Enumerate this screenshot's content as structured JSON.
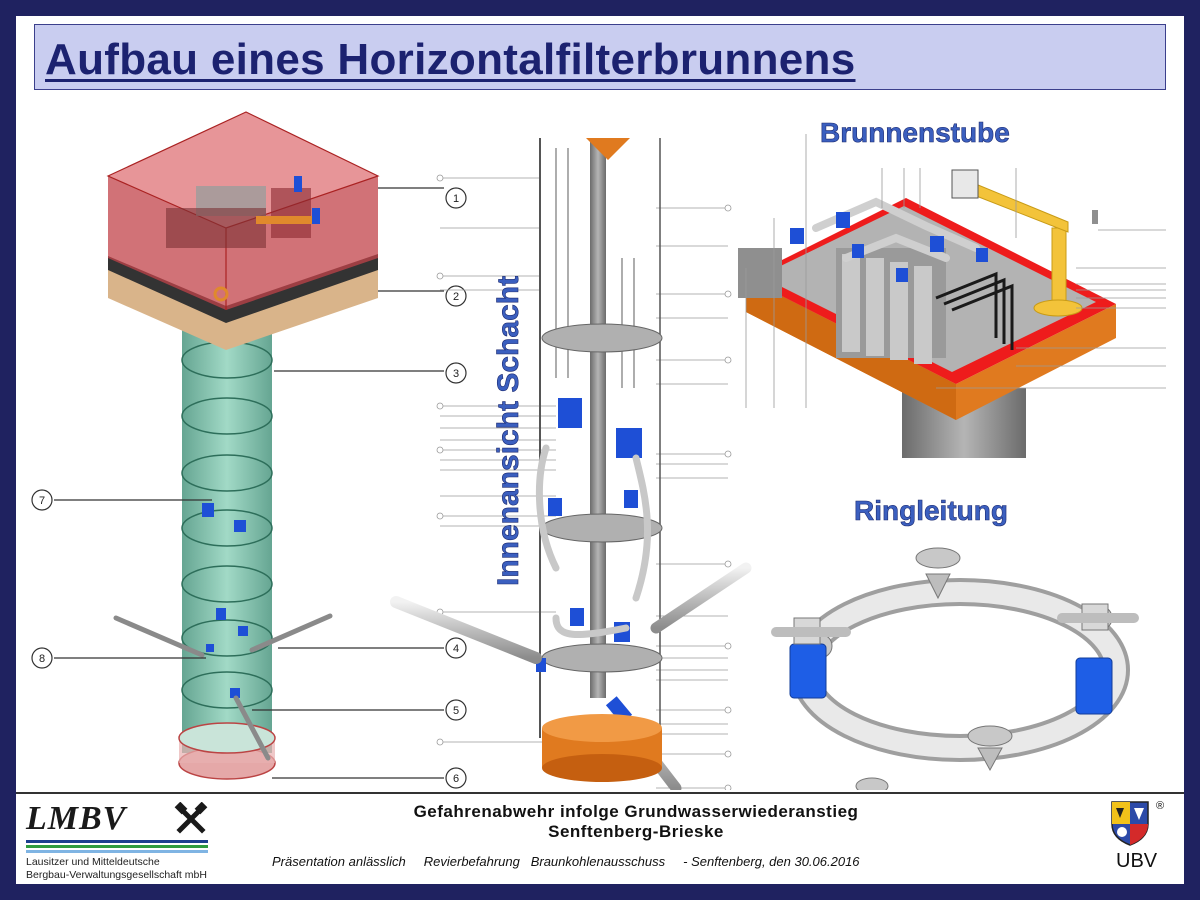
{
  "title": "Aufbau eines Horizontalfilterbrunnens",
  "headings": {
    "brunnenstube": "Brunnenstube",
    "innenansicht": "Innenansicht Schacht",
    "ringleitung": "Ringleitung"
  },
  "callouts": [
    "1",
    "2",
    "3",
    "7",
    "8",
    "4",
    "5",
    "6"
  ],
  "footer": {
    "org_name": "LMBV",
    "org_line1": "Lausitzer und Mitteldeutsche",
    "org_line2": "Bergbau-Verwaltungsgesellschaft mbH",
    "title_line1": "Gefahrenabwehr infolge Grundwasserwiederanstieg",
    "title_line2": "Senftenberg-Brieske",
    "info": "Präsentation anlässlich     Revierbefahrung   Braunkohlenausschuss     - Senftenberg, den 30.06.2016",
    "ubv": "UBV",
    "registered": "®"
  },
  "icons": [
    "hammer-and-pick-icon",
    "coat-of-arms-icon"
  ],
  "colors": {
    "frame": "#1f2260",
    "title_bg": "#c9cdf0",
    "title_text": "#1c2270",
    "shaft_green": "#4ea48a",
    "roof_red": "#b8333a",
    "pump_blue": "#1e4fd6",
    "platform_orange": "#e07a1f"
  }
}
